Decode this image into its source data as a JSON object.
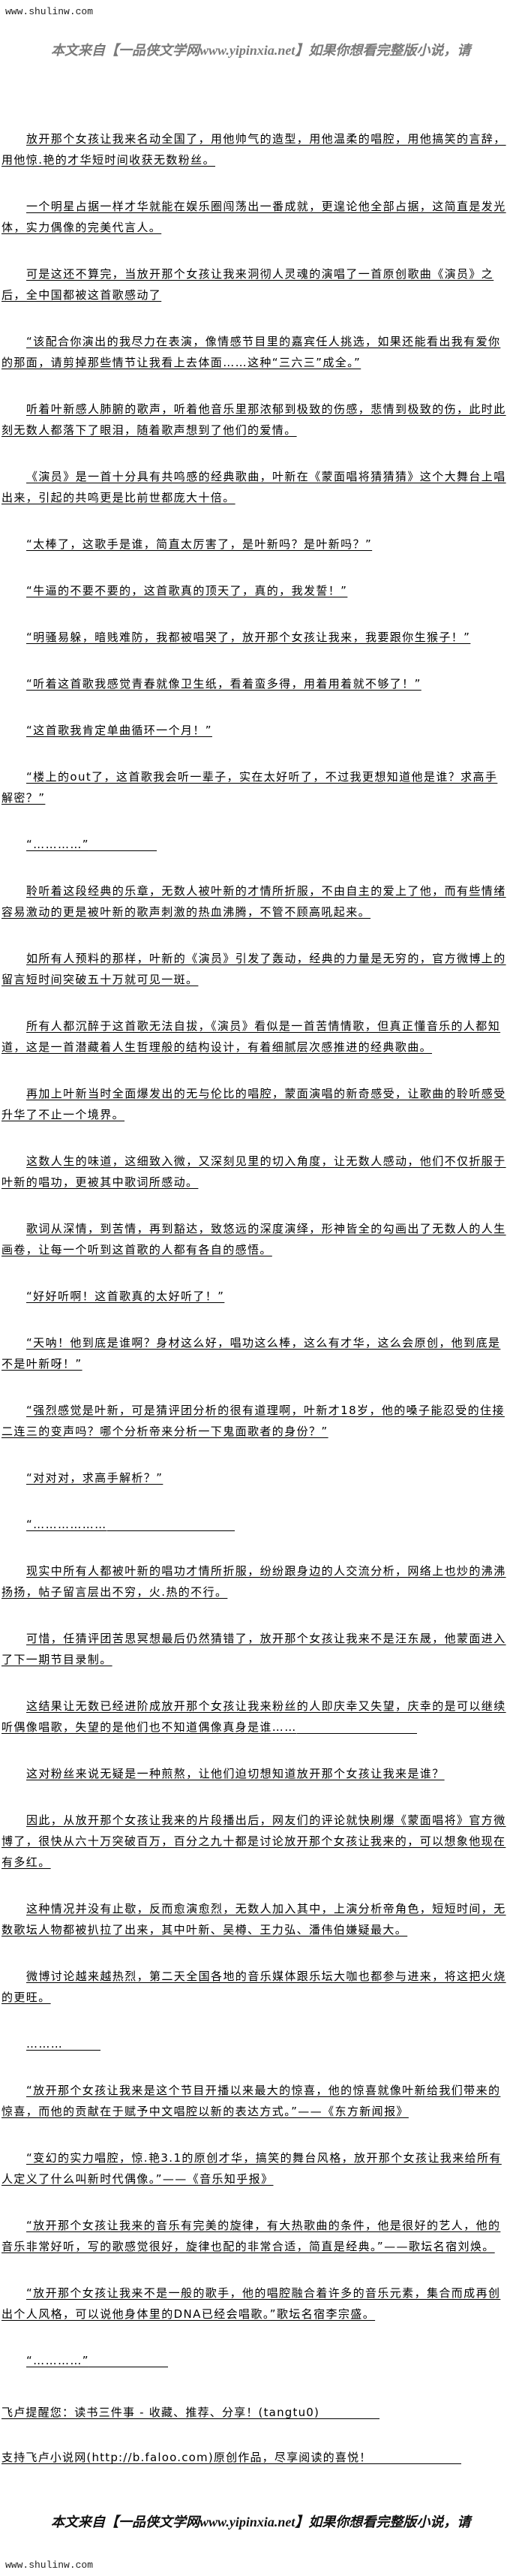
{
  "header": {
    "site_url": "www.shulinw.com",
    "watermark": "本文来自【一品侠文学网www.yipinxia.net】如果你想看完整版小说，请"
  },
  "article": {
    "paragraphs": [
      "放开那个女孩让我来名动全国了，用他帅气的造型，用他温柔的唱腔，用他搞笑的言辞，用他惊.艳的才华短时间收获无数粉丝。",
      "一个明星占据一样才华就能在娱乐圈闯荡出一番成就，更遑论他全部占据，这简直是发光体，实力偶像的完美代言人。",
      "可是这还不算完，当放开那个女孩让我来洞彻人灵魂的演唱了一首原创歌曲《演员》之后，全中国都被这首歌感动了",
      "“该配合你演出的我尽力在表演，像情感节目里的嘉宾任人挑选，如果还能看出我有爱你的那面，请剪掉那些情节让我看上去体面……这种“三六三”成全。”",
      "听着叶新感人肺腑的歌声，听着他音乐里那浓郁到极致的伤感，悲情到极致的伤，此时此刻无数人都落下了眼泪，随着歌声想到了他们的爱情。",
      "《演员》是一首十分具有共鸣感的经典歌曲，叶新在《蒙面唱将猜猜猜》这个大舞台上唱出来，引起的共鸣更是比前世都庞大十倍。",
      "“太棒了，这歌手是谁，简直太厉害了，是叶新吗？是叶新吗？”",
      "“牛逼的不要不要的，这首歌真的顶天了，真的，我发誓！”",
      "“明骚易躲，暗贱难防，我都被唱哭了，放开那个女孩让我来，我要跟你生猴子！”",
      "“听着这首歌我感觉青春就像卫生纸，看着蛮多得，用着用着就不够了！”",
      "“这首歌我肯定单曲循环一个月！”",
      "“楼上的out了，这首歌我会听一辈子，实在太好听了，不过我更想知道他是谁？求高手解密？”",
      "“…………”",
      "聆听着这段经典的乐章，无数人被叶新的才情所折服，不由自主的爱上了他，而有些情绪容易激动的更是被叶新的歌声刺激的热血沸腾，不管不顾高吼起来。",
      "如所有人预料的那样，叶新的《演员》引发了轰动，经典的力量是无穷的，官方微博上的留言短时间突破五十万就可见一斑。",
      "所有人都沉醉于这首歌无法自拔，《演员》看似是一首苦情情歌，但真正懂音乐的人都知道，这是一首潜藏着人生哲理般的结构设计，有着细腻层次感推进的经典歌曲。",
      "再加上叶新当时全面爆发出的无与伦比的唱腔，蒙面演唱的新奇感受，让歌曲的聆听感受升华了不止一个境界。",
      "这数人生的味道，这细致入微，又深刻见里的切入角度，让无数人感动，他们不仅折服于叶新的唱功，更被其中歌词所感动。",
      "歌词从深情，到苦情，再到豁达，致悠远的深度演绎，形神皆全的勾画出了无数人的人生画卷，让每一个听到这首歌的人都有各自的感悟。",
      "“好好听啊！这首歌真的太好听了！”",
      "“天呐！他到底是谁啊？身材这么好，唱功这么棒，这么有才华，这么会原创，他到底是不是叶新呀！”",
      "“强烈感觉是叶新，可是猜评团分析的很有道理啊，叶新才18岁，他的嗓子能忍受的住接二连三的变声吗？哪个分析帝来分析一下鬼面歌者的身份？”",
      "“对对对，求高手解析？”",
      "“………………",
      "现实中所有人都被叶新的唱功才情所折服，纷纷跟身边的人交流分析，网络上也炒的沸沸扬扬，帖子留言层出不穷，火.热的不行。",
      "可惜，任猜评团苦思冥想最后仍然猜错了，放开那个女孩让我来不是汪东晟，他蒙面进入了下一期节目录制。",
      "这结果让无数已经进阶成放开那个女孩让我来粉丝的人即庆幸又失望，庆幸的是可以继续听偶像唱歌，失望的是他们也不知道偶像真身是谁……",
      "这对粉丝来说无疑是一种煎熬，让他们迫切想知道放开那个女孩让我来是谁？",
      "因此，从放开那个女孩让我来的片段播出后，网友们的评论就快刷爆《蒙面唱将》官方微博了，很快从六十万突破百万，百分之九十都是讨论放开那个女孩让我来的，可以想象他现在有多红。",
      "这种情况并没有止歇，反而愈演愈烈，无数人加入其中，上演分析帝角色，短短时间，无数歌坛人物都被扒拉了出来，其中叶新、吴樽、王力弘、潘伟伯嫌疑最大。",
      "微博讨论越来越热烈，第二天全国各地的音乐媒体跟乐坛大咖也都参与进来，将这把火烧的更旺。",
      "………",
      "“放开那个女孩让我来是这个节目开播以来最大的惊喜，他的惊喜就像叶新给我们带来的惊喜，而他的贡献在于赋予中文唱腔以新的表达方式。”——《东方新闻报》",
      "“变幻的实力唱腔，惊.艳3.1的原创才华，搞笑的舞台风格，放开那个女孩让我来给所有人定义了什么叫新时代偶像。”——《音乐知乎报》",
      "“放开那个女孩让我来的音乐有完美的旋律，有大热歌曲的条件，他是很好的艺人，他的音乐非常好听，写的歌感觉很好，旋律也配的非常合适，简直是经典。”——歌坛名宿刘焕。",
      "“放开那个女孩让我来不是一般的歌手，他的唱腔融合着许多的音乐元素，集合而成再创出个人风格，可以说他身体里的DNA已经会唱歌。”歌坛名宿李宗盛。",
      "“…………”"
    ]
  },
  "footer": {
    "reminder": "飞卢提醒您：读书三件事 - 收藏、推荐、分享！(tangtu0)",
    "support": "支持飞卢小说网(http://b.faloo.com)原创作品，尽享阅读的喜悦！",
    "watermark": "本文来自【一品侠文学网www.yipinxia.net】如果你想看完整版小说，请",
    "site_url": "www.shulinw.com"
  }
}
